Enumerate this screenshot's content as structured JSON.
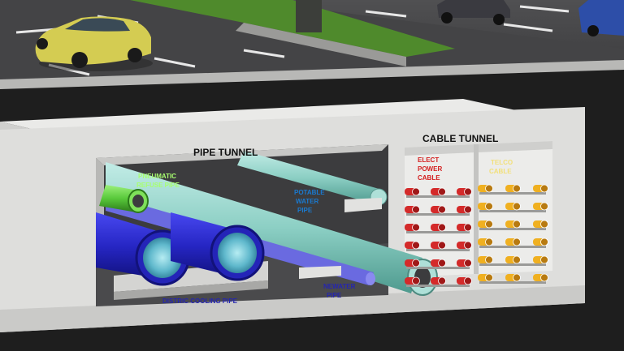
{
  "labels": {
    "pipe_tunnel": "PIPE TUNNEL",
    "cable_tunnel": "CABLE TUNNEL",
    "pneumatic": [
      "PNEUMATIC",
      "REFUSE PIPE"
    ],
    "potable": [
      "POTABLE",
      "WATER",
      "PIPE"
    ],
    "elect": [
      "ELECT",
      "POWER",
      "CABLE"
    ],
    "telco": [
      "TELCO",
      "CABLE"
    ],
    "district_cooling": "DISTRIC COOLING PIPE",
    "newater": [
      "NEWATER",
      "PIPE"
    ]
  },
  "colors": {
    "concrete": "#e6e6e4",
    "asphalt": "#3e3e40",
    "grass": "#4f8a2c",
    "cooling_pipe": "#2525c8",
    "potable_pipe": "#8fd2c8",
    "pneumatic_pipe": "#5ccc3c",
    "newater_pipe": "#6a6ae0",
    "elect_cable": "#d42a2a",
    "telco_cable": "#f0b020",
    "elect_label": "#d42020",
    "telco_label": "#f2e07a",
    "pneumatic_label": "#a8ff70",
    "potable_label": "#1a7ad0",
    "blue_label": "#2525b0"
  }
}
